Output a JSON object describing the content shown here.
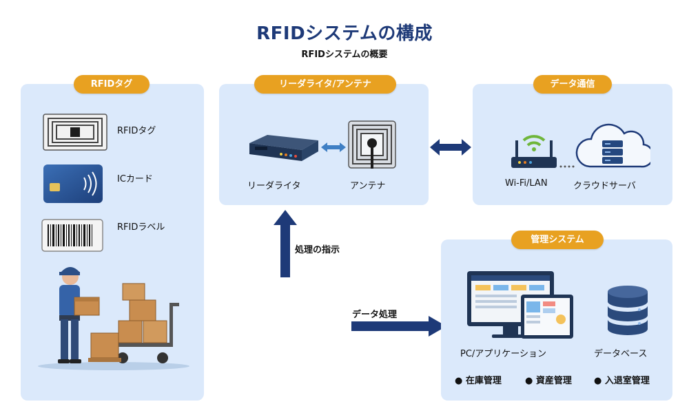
{
  "header": {
    "title": "RFIDシステムの構成",
    "subtitle": "RFIDシステムの概要"
  },
  "panels": {
    "tags": {
      "badge": "RFIDタグ",
      "items": [
        {
          "label": "RFIDタグ",
          "icon": "rfid-inlay-icon"
        },
        {
          "label": "ICカード",
          "icon": "ic-card-icon"
        },
        {
          "label": "RFIDラベル",
          "icon": "barcode-label-icon"
        }
      ]
    },
    "reader": {
      "badge": "リーダライタ/アンテナ",
      "reader_label": "リーダライタ",
      "antenna_label": "アンテナ"
    },
    "comm": {
      "badge": "データ通信",
      "wifi_label": "Wi-Fi/LAN",
      "cloud_label": "クラウドサーバ"
    },
    "mgmt": {
      "badge": "管理システム",
      "pc_label": "PC/アプリケーション",
      "db_label": "データベース",
      "bullets": [
        "● 在庫管理",
        "● 資産管理",
        "● 入退室管理"
      ]
    }
  },
  "arrows": {
    "instruction_label": "処理の指示",
    "data_label": "データ処理"
  },
  "colors": {
    "accent": "#e8a121",
    "navy": "#1e3a78",
    "panel": "#dbe9fb"
  }
}
